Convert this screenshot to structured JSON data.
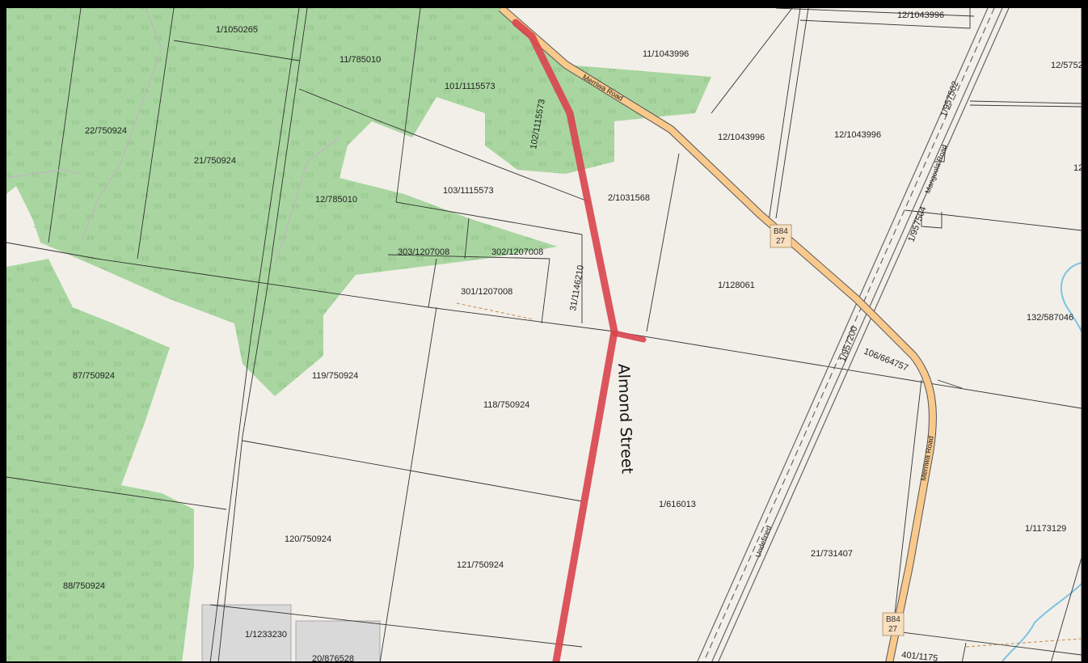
{
  "map": {
    "highlighted_street": "Almond Street",
    "colors": {
      "land": "#f2efe9",
      "forest": "#a9d6a0",
      "highlight": "#d9444c",
      "major_road": "#f9c98c",
      "water": "#7fc3e0",
      "building": "#d9d9d9",
      "frame": "#000000"
    },
    "roads": {
      "merriwa_top": "Merriwa Road",
      "merriwa_right": "Merriwa Road",
      "mangoola": "Mangoola Road",
      "undefined": "Undefined"
    },
    "shields": [
      {
        "route": "B84",
        "number": "27"
      },
      {
        "route": "B84",
        "number": "27"
      }
    ],
    "lots": [
      "1/1050265",
      "11/785010",
      "101/1115573",
      "102/1115573",
      "11/1043996",
      "12/1043996",
      "12/1043996",
      "12/1043996",
      "12/5752",
      "12",
      "22/750924",
      "21/750924",
      "12/785010",
      "103/1115573",
      "2/1031568",
      "303/1207008",
      "302/1207008",
      "301/1207008",
      "31/1146210",
      "1/128061",
      "132/587046",
      "87/750924",
      "119/750924",
      "118/750924",
      "106/664757",
      "1/616013",
      "120/750924",
      "121/750924",
      "21/731407",
      "1/1173129",
      "88/750924",
      "1/1233230",
      "20/876528",
      "401/1175",
      "1/957502",
      "1/957504",
      "1/957200"
    ]
  }
}
